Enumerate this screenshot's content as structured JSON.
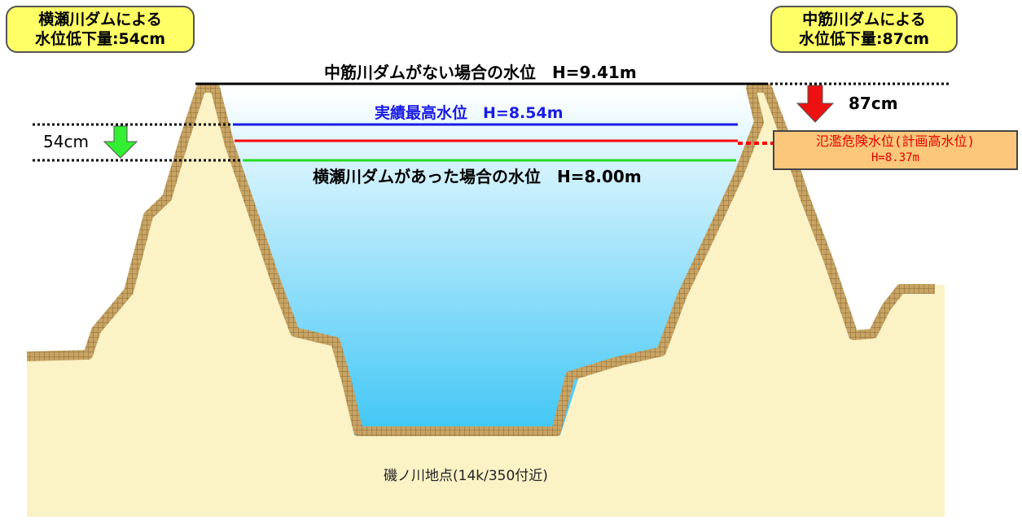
{
  "callout_left": {
    "line1": "横瀬川ダムによる",
    "line2": "水位低下量:54cm"
  },
  "callout_right": {
    "line1": "中筋川ダムによる",
    "line2": "水位低下量:87cm"
  },
  "levels": {
    "no_dam": {
      "label": "中筋川ダムがない場合の水位　H=9.41m",
      "color": "#000000"
    },
    "record": {
      "label": "実績最高水位　H=8.54m",
      "color": "#1a1ae6"
    },
    "danger": {
      "color": "#ff0000"
    },
    "with_dam": {
      "label": "横瀬川ダムがあった場合の水位　H=8.00m",
      "color": "#22dd22"
    }
  },
  "reduction_left": {
    "label": "54cm",
    "arrow_color": "#33ee33"
  },
  "reduction_right": {
    "label": "87cm",
    "arrow_color": "#ee1111"
  },
  "danger_box": {
    "line1": "氾濫危険水位(計画高水位)",
    "line2": "H=8.37m"
  },
  "site_label": "磯ノ川地点(14k/350付近)",
  "colors": {
    "ground": "#fbf2c6",
    "levee": "#b89457",
    "water_top": "#ffffff",
    "water_bottom": "#3fc6f5"
  }
}
